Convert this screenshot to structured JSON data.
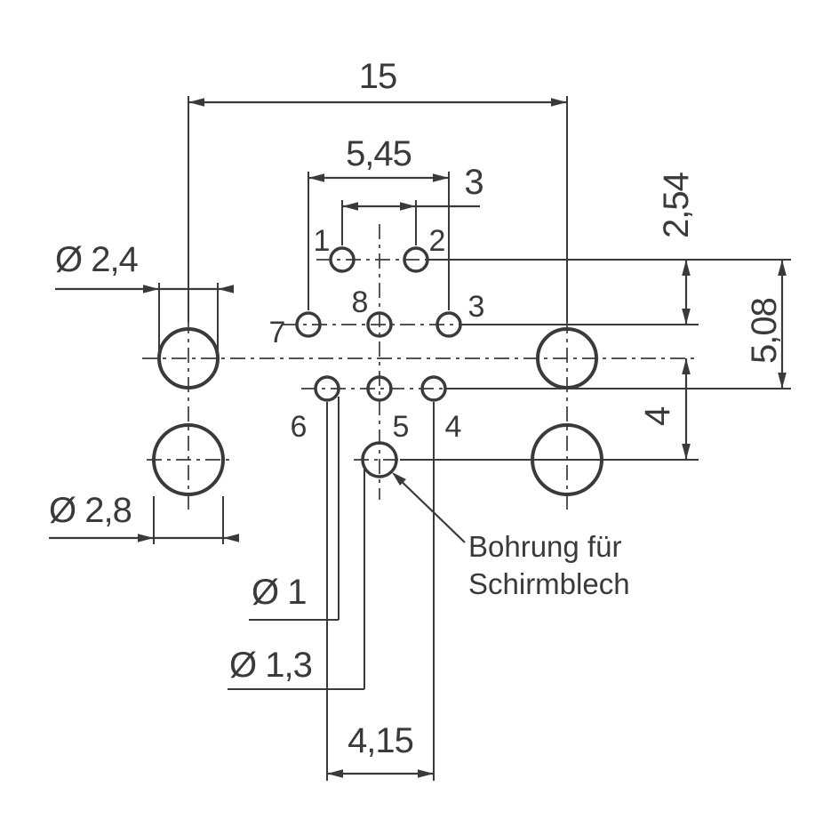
{
  "drawing": {
    "dims": {
      "overall_width": "15",
      "middle_row_width": "5,45",
      "top_row_width": "3",
      "row_spacing": "2,54",
      "double_row_spacing": "5,08",
      "shield_hole_offset": "4",
      "bottom_row_width": "4,15",
      "upper_mounting_hole_dia": "Ø 2,4",
      "lower_mounting_hole_dia": "Ø 2,8",
      "contact_hole_dia": "Ø 1",
      "shield_hole_dia": "Ø 1,3"
    },
    "pins": {
      "pin1": "1",
      "pin2": "2",
      "pin3": "3",
      "pin4": "4",
      "pin5": "5",
      "pin6": "6",
      "pin7": "7",
      "pin8": "8"
    },
    "annotation": {
      "line1": "Bohrung für",
      "line2": "Schirmblech"
    },
    "colors": {
      "line": "#3a3a3a",
      "background": "#ffffff"
    }
  }
}
